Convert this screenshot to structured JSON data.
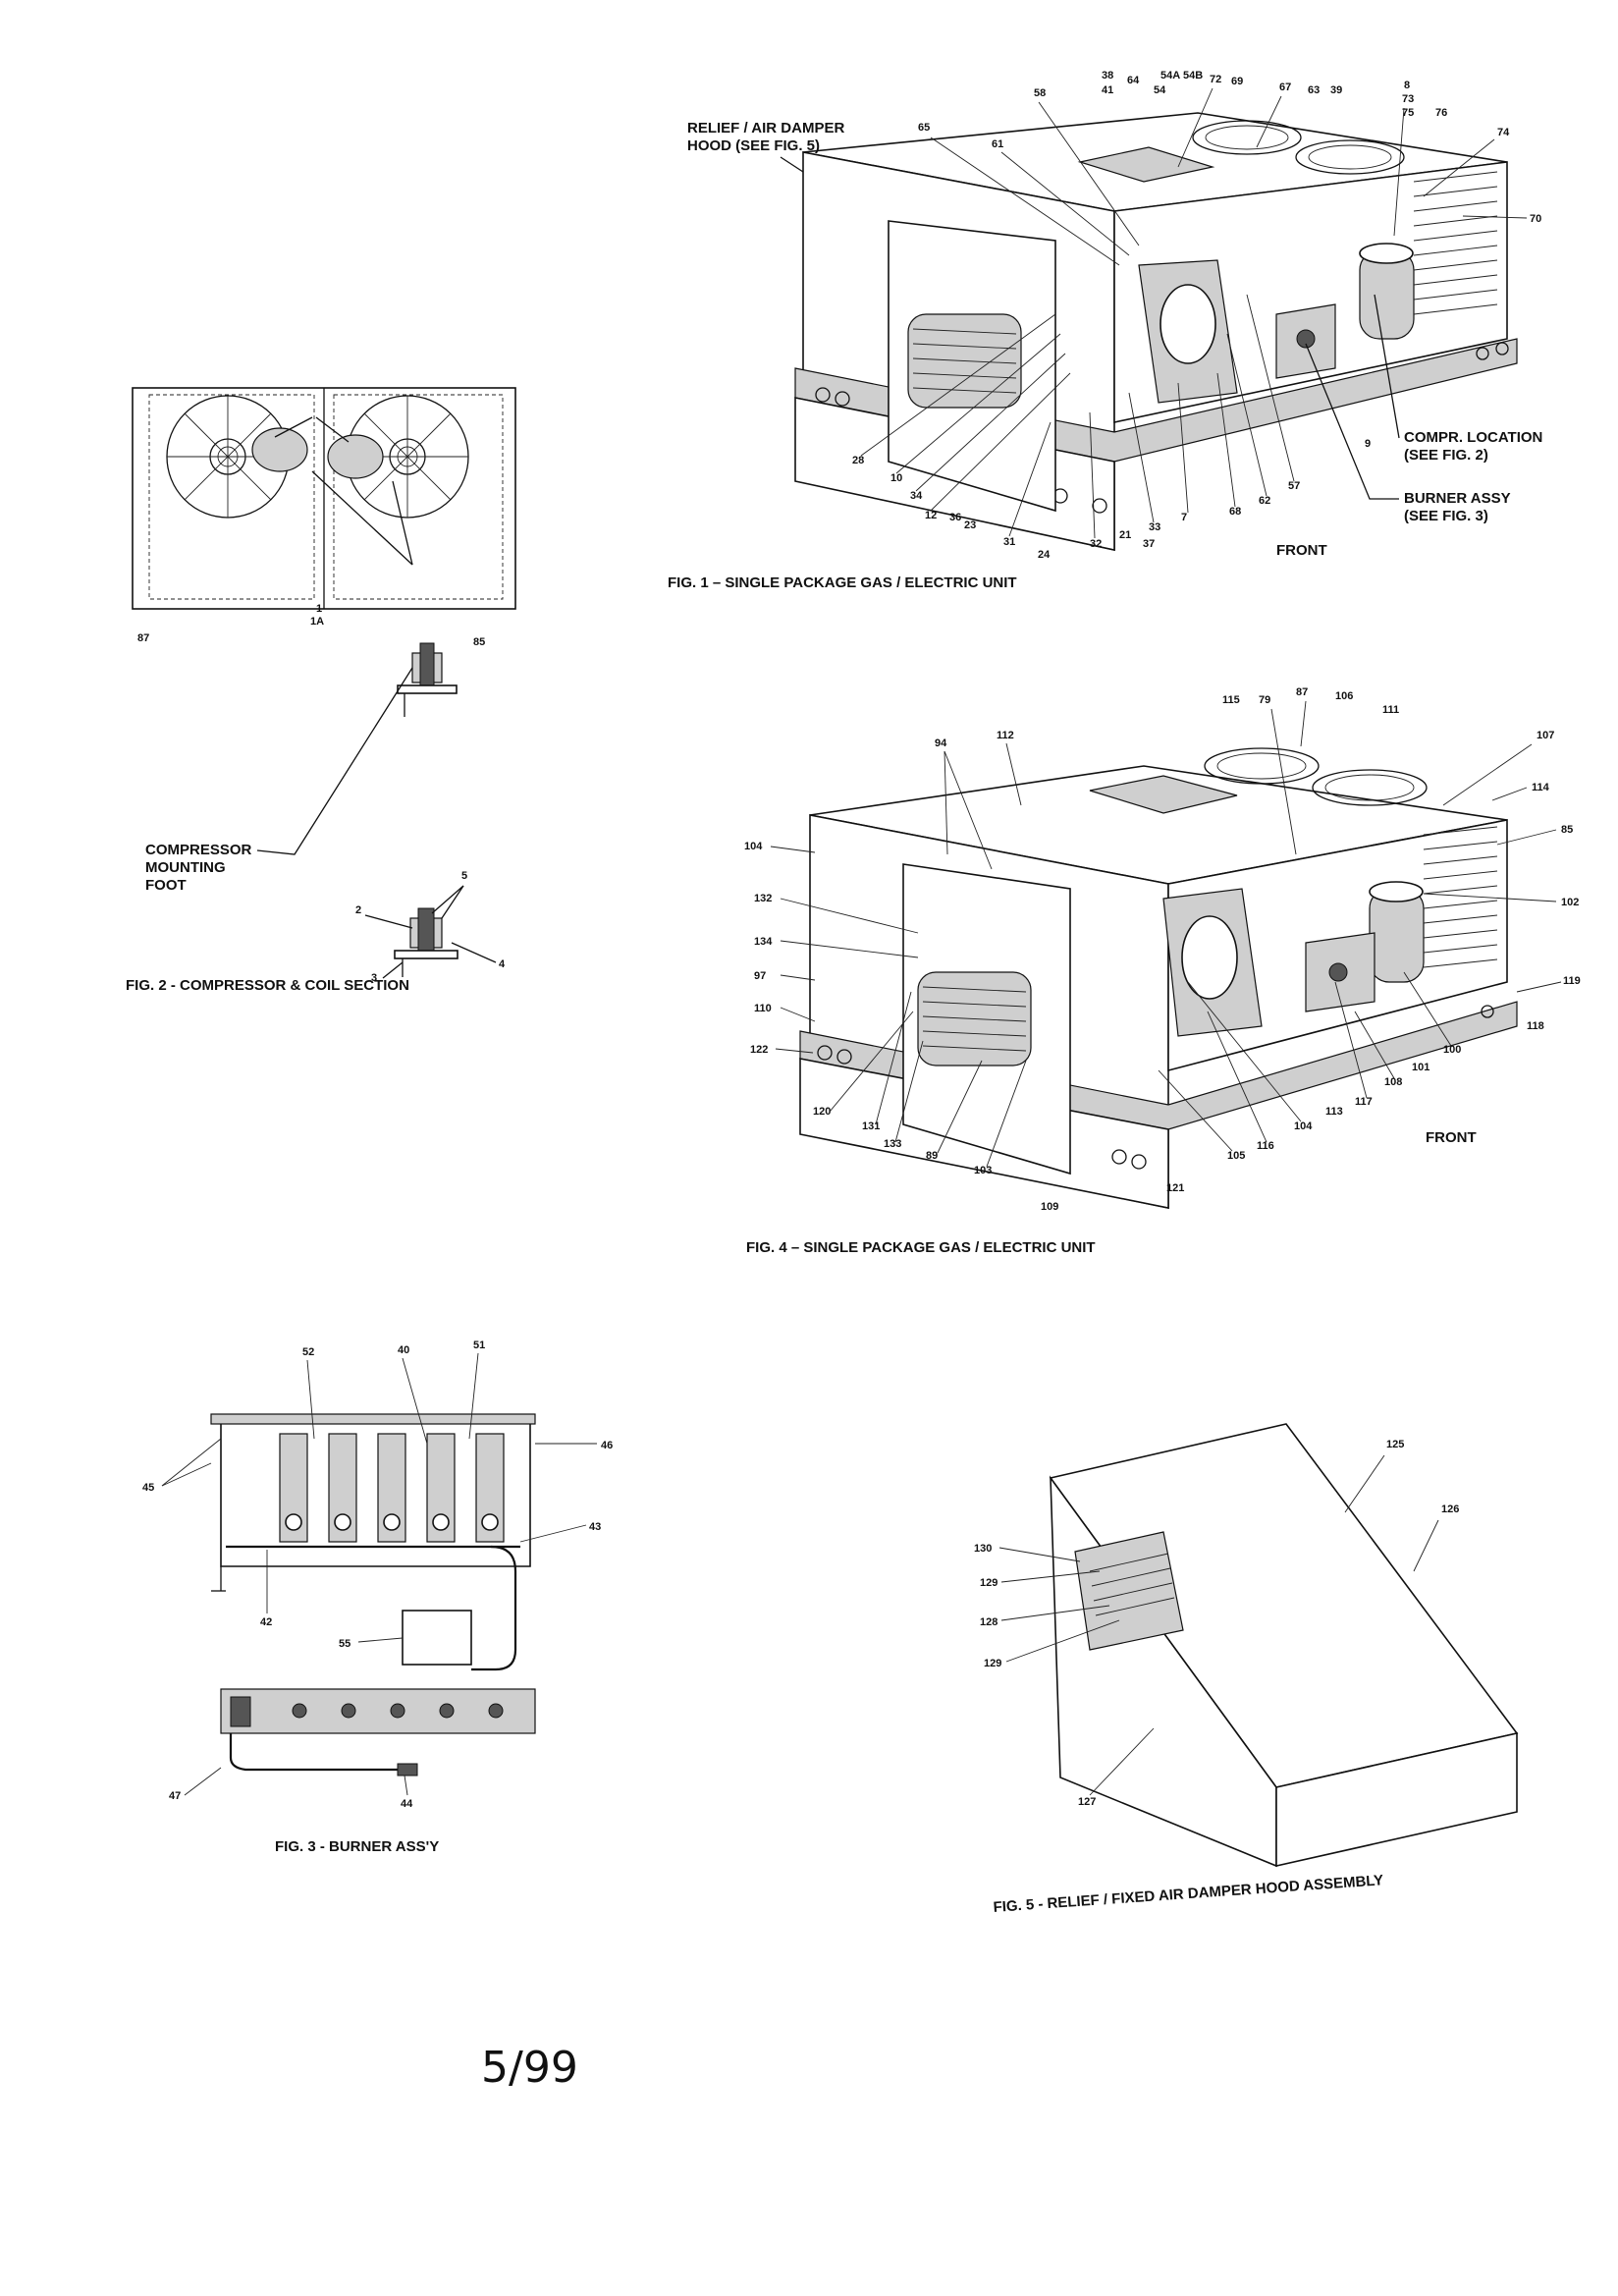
{
  "figures": {
    "fig1": {
      "caption": "FIG. 1 – SINGLE PACKAGE GAS / ELECTRIC UNIT",
      "labels": {
        "relief_hood": "RELIEF / AIR DAMPER HOOD (SEE FIG. 5)",
        "relief_hood_l1": "RELIEF / AIR DAMPER",
        "relief_hood_l2": "HOOD (SEE FIG. 5)",
        "compr_l1": "COMPR. LOCATION",
        "compr_l2": "(SEE FIG. 2)",
        "burner_l1": "BURNER ASSY",
        "burner_l2": "(SEE FIG. 3)",
        "front": "FRONT"
      },
      "callouts": [
        "38",
        "41",
        "54A",
        "54B",
        "72",
        "69",
        "64",
        "54",
        "67",
        "63",
        "39",
        "8",
        "73",
        "75",
        "76",
        "74",
        "70",
        "65",
        "61",
        "58",
        "28",
        "10",
        "34",
        "12",
        "36",
        "23",
        "31",
        "24",
        "32",
        "21",
        "37",
        "33",
        "7",
        "68",
        "62",
        "57",
        "9"
      ]
    },
    "fig2": {
      "caption": "FIG. 2 - COMPRESSOR & COIL SECTION",
      "labels": {
        "foot_l1": "COMPRESSOR",
        "foot_l2": "MOUNTING",
        "foot_l3": "FOOT"
      },
      "callouts": [
        "1",
        "1A",
        "87",
        "85",
        "2",
        "5",
        "3",
        "4"
      ]
    },
    "fig3": {
      "caption": "FIG. 3 - BURNER ASS'Y",
      "callouts": [
        "52",
        "40",
        "51",
        "46",
        "45",
        "43",
        "42",
        "55",
        "47",
        "44"
      ]
    },
    "fig4": {
      "caption": "FIG. 4 – SINGLE PACKAGE GAS / ELECTRIC UNIT",
      "labels": {
        "front": "FRONT"
      },
      "callouts": [
        "115",
        "79",
        "87",
        "106",
        "111",
        "94",
        "112",
        "107",
        "114",
        "85",
        "104",
        "132",
        "134",
        "97",
        "110",
        "122",
        "120",
        "131",
        "133",
        "89",
        "103",
        "109",
        "121",
        "105",
        "116",
        "104",
        "113",
        "117",
        "108",
        "101",
        "100",
        "118",
        "102",
        "119"
      ]
    },
    "fig5": {
      "caption": "FIG. 5 - RELIEF / FIXED AIR DAMPER HOOD ASSEMBLY",
      "callouts": [
        "125",
        "126",
        "130",
        "129",
        "128",
        "129",
        "127"
      ]
    }
  },
  "footer": {
    "page_code": "5/99"
  }
}
